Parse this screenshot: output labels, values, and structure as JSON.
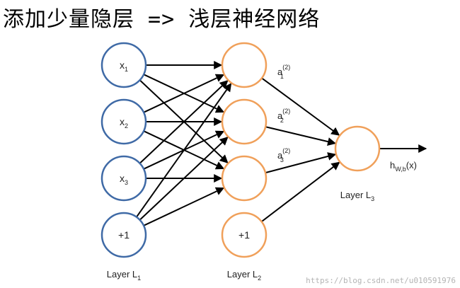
{
  "title": "添加少量隐层 => 浅层神经网络",
  "watermark": "https://blog.csdn.net/u010591976",
  "diagram": {
    "colors": {
      "input": "#3f6aa6",
      "hidden": "#f0a05a",
      "edge": "#000000"
    },
    "input_nodes": [
      {
        "base": "x",
        "sub": "1"
      },
      {
        "base": "x",
        "sub": "2"
      },
      {
        "base": "x",
        "sub": "3"
      },
      {
        "base": "+1",
        "sub": ""
      }
    ],
    "hidden_bias": "+1",
    "activations": [
      {
        "base": "a",
        "sub": "1",
        "sup": "(2)"
      },
      {
        "base": "a",
        "sub": "2",
        "sup": "(2)"
      },
      {
        "base": "a",
        "sub": "3",
        "sup": "(2)"
      }
    ],
    "output": {
      "base": "h",
      "sub": "W,b",
      "arg": "(x)"
    },
    "layers": [
      {
        "base": "Layer L",
        "sub": "1"
      },
      {
        "base": "Layer L",
        "sub": "2"
      },
      {
        "base": "Layer L",
        "sub": "3"
      }
    ]
  }
}
